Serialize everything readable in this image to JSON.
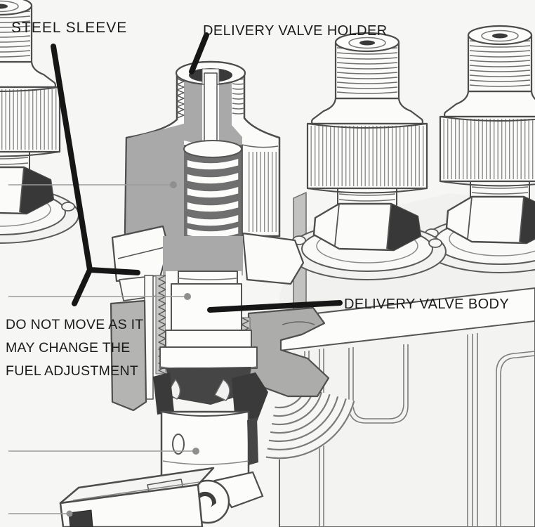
{
  "figure": {
    "labels": {
      "steel_sleeve": "STEEL SLEEVE",
      "delivery_valve_holder": "DELIVERY VALVE HOLDER",
      "delivery_valve_body": "DELIVERY VALVE BODY",
      "warning_line1": "DO NOT MOVE AS IT",
      "warning_line2": "MAY CHANGE THE",
      "warning_line3": "FUEL ADJUSTMENT"
    },
    "colors": {
      "background": "#f6f6f5",
      "outline": "#4d4d4d",
      "cut_surface": "#a9a9a9",
      "spring_channel": "#6f6f6f",
      "deep_shadow": "#3a3a3a",
      "part_white": "#fbfbfa",
      "callout_line": "#9b9b9b",
      "callout_dot": "#8f8f8f",
      "pointer_black": "#161616"
    }
  }
}
